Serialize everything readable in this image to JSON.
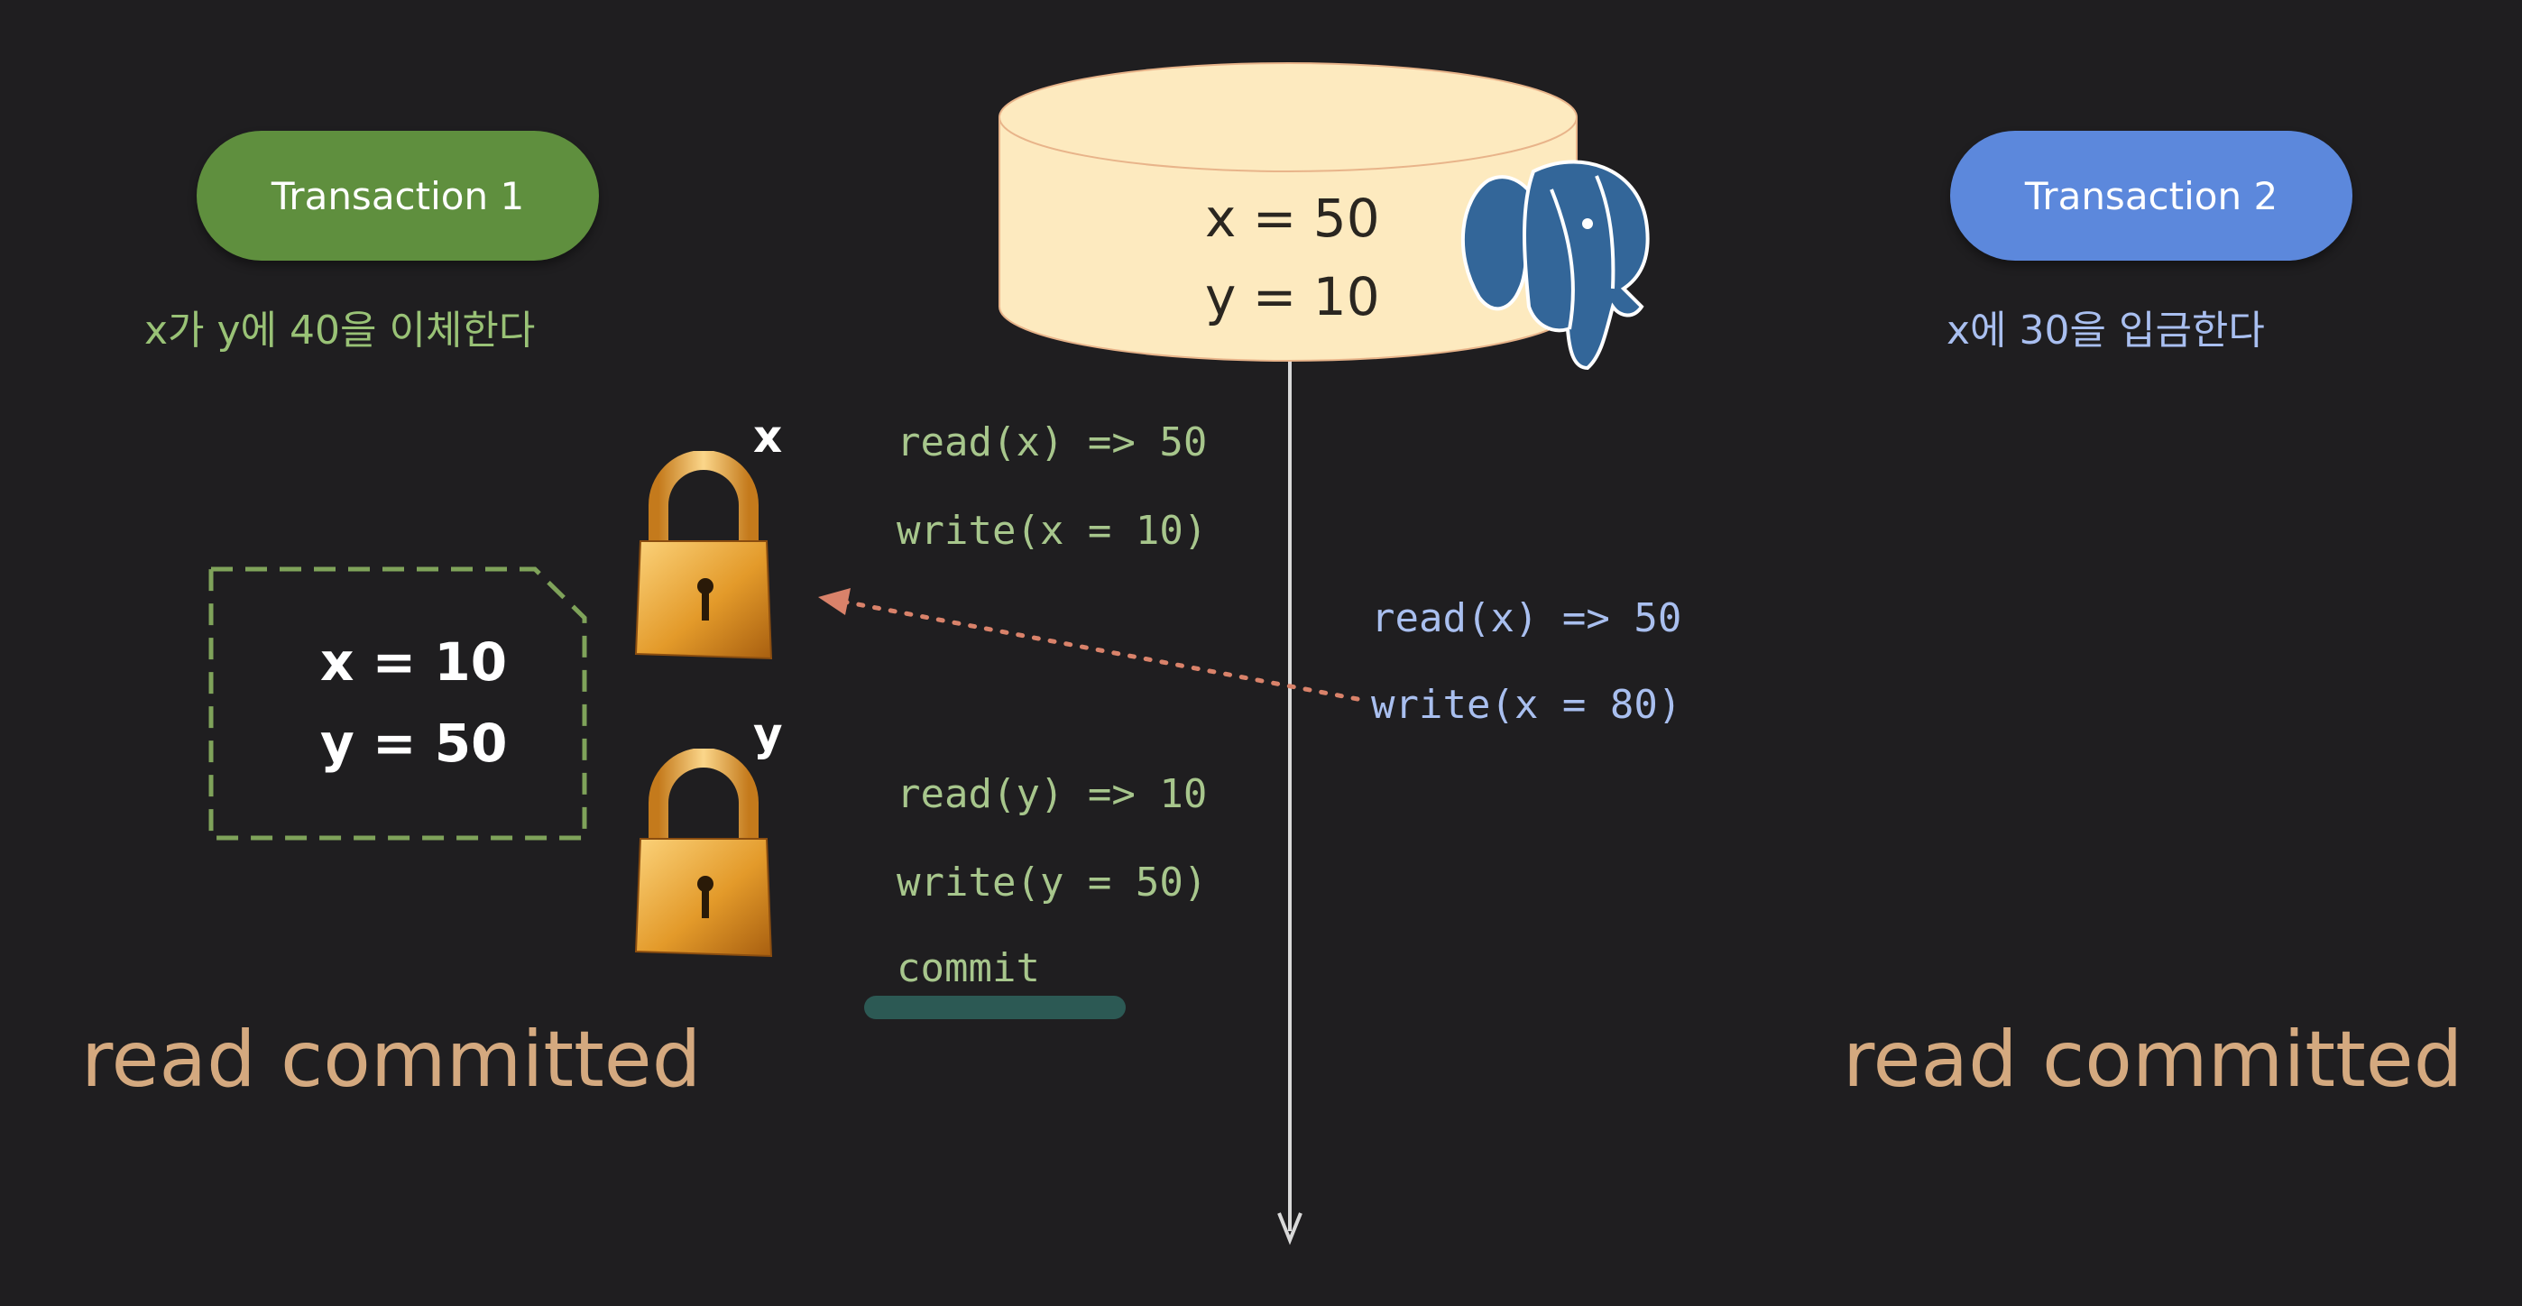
{
  "transaction1": {
    "label": "Transaction 1",
    "description": "x가 y에 40을 이체한다",
    "ops": [
      "read(x) => 50",
      "write(x = 10)",
      "read(y) => 10",
      "write(y = 50)",
      "commit"
    ],
    "snapshot": [
      "x = 10",
      "y = 50"
    ],
    "isolation": "read committed",
    "color": "#5f8f3e"
  },
  "transaction2": {
    "label": "Transaction 2",
    "description": "x에 30을 입금한다",
    "ops": [
      "read(x) => 50",
      "write(x = 80)"
    ],
    "isolation": "read committed",
    "color": "#5c88dc"
  },
  "database": {
    "values": [
      "x = 50",
      "y = 10"
    ],
    "icon": "postgresql-elephant-icon",
    "color": "#fdeabf"
  },
  "locks": [
    {
      "label": "x",
      "icon": "padlock-icon"
    },
    {
      "label": "y",
      "icon": "padlock-icon"
    }
  ]
}
